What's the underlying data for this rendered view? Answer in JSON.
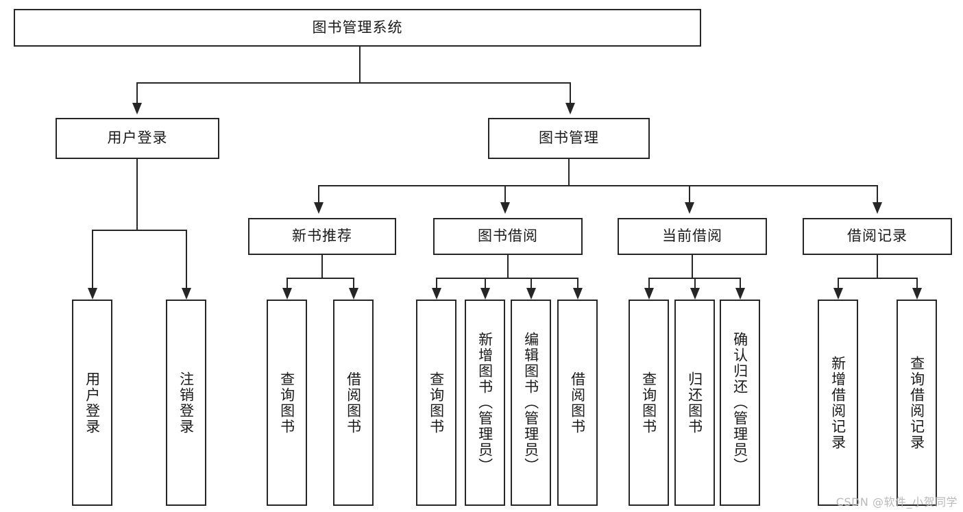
{
  "diagram": {
    "type": "tree-hierarchy",
    "title": "图书管理系统",
    "orientation": "top-down",
    "watermark": "CSDN @软件_小贺同学",
    "colors": {
      "stroke": "#262626",
      "fill": "#ffffff",
      "text": "#1a1a1a",
      "watermark": "#b9b9b9"
    },
    "root": {
      "label": "图书管理系统"
    },
    "level2": [
      {
        "label": "用户登录"
      },
      {
        "label": "图书管理"
      }
    ],
    "level3": [
      {
        "label": "新书推荐"
      },
      {
        "label": "图书借阅"
      },
      {
        "label": "当前借阅"
      },
      {
        "label": "借阅记录"
      }
    ],
    "leaves": {
      "user_login": [
        {
          "label": "用户登录"
        },
        {
          "label": "注销登录"
        }
      ],
      "new_book_recommend": [
        {
          "label": "查询图书"
        },
        {
          "label": "借阅图书"
        }
      ],
      "book_borrow": [
        {
          "label": "查询图书"
        },
        {
          "label": "新增图书（管理员）"
        },
        {
          "label": "编辑图书（管理员）"
        },
        {
          "label": "借阅图书"
        }
      ],
      "current_borrow": [
        {
          "label": "查询图书"
        },
        {
          "label": "归还图书"
        },
        {
          "label": "确认归还（管理员）"
        }
      ],
      "borrow_records": [
        {
          "label": "新增借阅记录"
        },
        {
          "label": "查询借阅记录"
        }
      ]
    }
  }
}
